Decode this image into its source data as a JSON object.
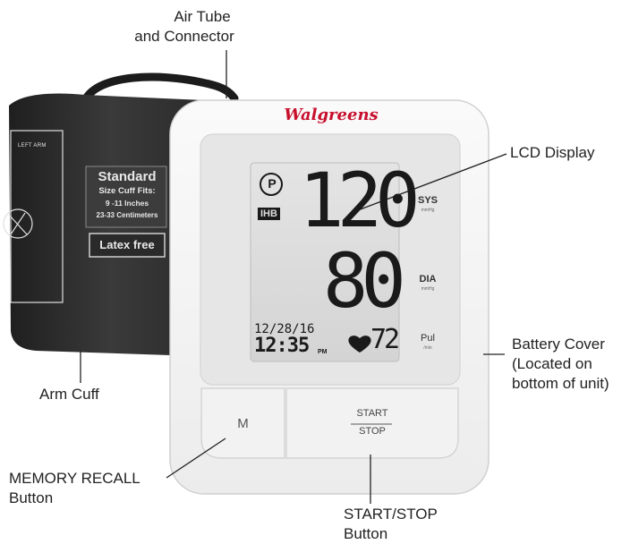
{
  "callouts": {
    "air_tube_line1": "Air Tube",
    "air_tube_line2": "and Connector",
    "lcd_display": "LCD Display",
    "battery_line1": "Battery Cover",
    "battery_line2": "(Located on",
    "battery_line3": "bottom of unit)",
    "arm_cuff": "Arm Cuff",
    "memory_line1": "MEMORY RECALL",
    "memory_line2": "Button",
    "start_stop_line1": "START/STOP",
    "start_stop_line2": "Button"
  },
  "device": {
    "brand": "Walgreens",
    "button_m": "M",
    "button_start": "START",
    "button_stop": "STOP",
    "lcd": {
      "p_symbol": "P",
      "ihb": "IHB",
      "sys_reading": "120",
      "dia_reading": "80",
      "pulse_reading": "72",
      "date": "12/28/16",
      "time": "12:35",
      "time_suffix": "PM",
      "sys_label": "SYS",
      "sys_unit": "mmHg",
      "dia_label": "DIA",
      "dia_unit": "mmHg",
      "pul_label": "Pul",
      "pul_unit": "/min"
    }
  },
  "cuff": {
    "left_arm": "LEFT ARM",
    "standard": "Standard",
    "size_line1": "Size Cuff Fits:",
    "size_line2": "9 -11 Inches",
    "size_line3": "23-33 Centimeters",
    "latex_free": "Latex free"
  },
  "colors": {
    "brand_red": "#c8102e",
    "cuff_dark": "#2c2c2c",
    "device_white": "#f4f4f4",
    "lcd_bg": "#dedede",
    "segment": "#1a1a1a"
  }
}
